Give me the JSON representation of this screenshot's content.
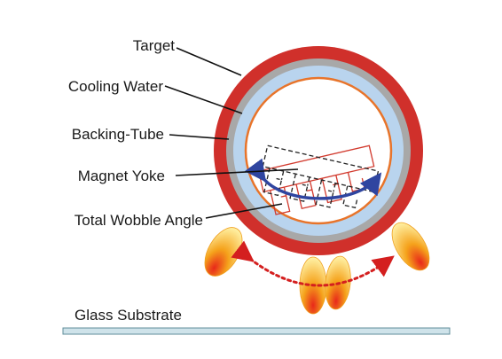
{
  "labels": {
    "target": "Target",
    "cooling_water": "Cooling Water",
    "backing_tube": "Backing-Tube",
    "magnet_yoke": "Magnet Yoke",
    "total_wobble_angle": "Total Wobble Angle",
    "glass_substrate": "Glass Substrate"
  },
  "colors": {
    "target": "#d0302b",
    "backing_tube": "#a8a8a8",
    "cooling_water": "#b9d4ee",
    "inner_ring": "#e8742a",
    "magnet_solid": "#d23a2e",
    "magnet_dashed": "#222222",
    "wobble_arc": "#2f45a0",
    "wobble_arrow": "#d41f1f",
    "substrate_fill": "#cfe3ea",
    "substrate_edge": "#5f8c99",
    "leader": "#111111"
  },
  "icons": {
    "plasma": "flame-plume-icon"
  }
}
